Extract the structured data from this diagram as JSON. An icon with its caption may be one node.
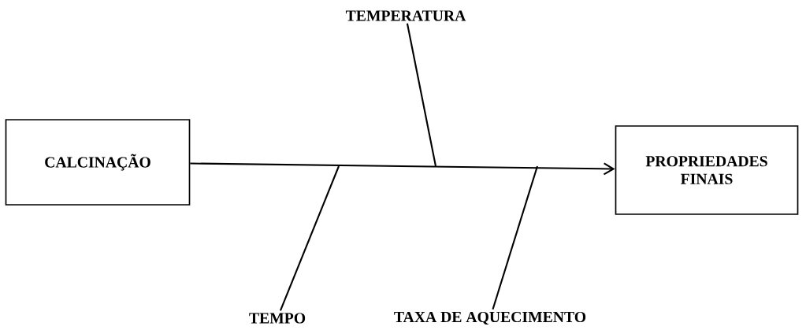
{
  "diagram": {
    "nodes": [
      {
        "text": [
          "CALCINAÇÃO"
        ]
      },
      {
        "text": [
          "PROPRIEDADES FINAIS"
        ]
      },
      {
        "text": [
          "TEMPERATURA"
        ]
      },
      {
        "text": [
          "TEMPO"
        ]
      },
      {
        "text": [
          "TAXA DE AQUECIMENTO"
        ]
      }
    ],
    "edges": [
      {
        "from": 0,
        "to": 1,
        "arrow": "to"
      },
      {
        "from": 2,
        "to": null,
        "arrow": "none"
      },
      {
        "from": 3,
        "to": null,
        "arrow": "none"
      },
      {
        "from": 4,
        "to": null,
        "arrow": "none"
      }
    ]
  }
}
